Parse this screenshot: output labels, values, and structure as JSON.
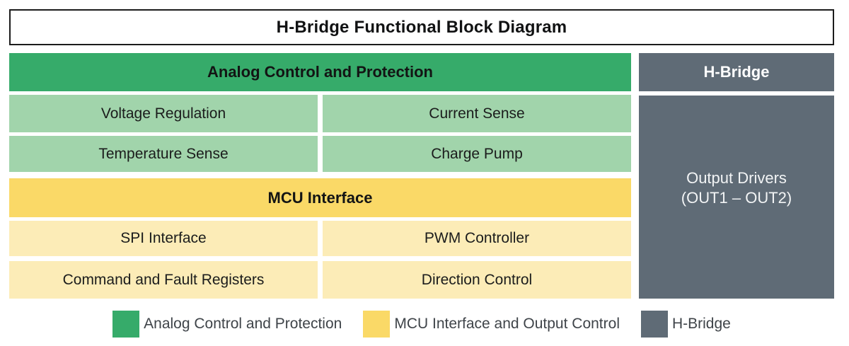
{
  "title": "H-Bridge Functional Block Diagram",
  "colors": {
    "analog_green": "#36ab6a",
    "analog_light_green": "#a1d4ab",
    "mcu_yellow": "#fad967",
    "mcu_light_yellow": "#fcecb7",
    "hbridge_gray": "#5f6b76",
    "title_border": "#1c1c1c",
    "dark_text": "#1b1c1c",
    "legend_text": "#3f4449"
  },
  "left_section": {
    "analog_header": "Analog Control and Protection",
    "analog_cells": [
      [
        "Voltage Regulation",
        "Current Sense"
      ],
      [
        "Temperature Sense",
        "Charge Pump"
      ]
    ],
    "mcu_header": "MCU Interface",
    "mcu_cells": [
      [
        "SPI Interface",
        "PWM Controller"
      ],
      [
        "Command and Fault Registers",
        "Direction Control"
      ]
    ]
  },
  "right_section": {
    "header": "H-Bridge",
    "block_line1": "Output Drivers",
    "block_line2": "(OUT1 – OUT2)"
  },
  "legend": [
    {
      "label": "Analog Control and Protection",
      "color": "#36ab6a"
    },
    {
      "label": "MCU Interface and Output Control",
      "color": "#fad967"
    },
    {
      "label": "H-Bridge",
      "color": "#5f6b76"
    }
  ]
}
